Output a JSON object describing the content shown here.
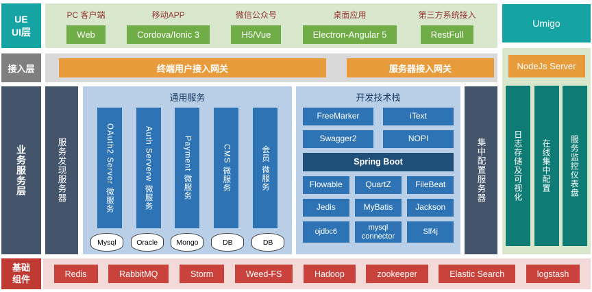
{
  "colors": {
    "teal": "#16a3a3",
    "dark_teal": "#0e7c74",
    "green_box": "#70ad47",
    "light_green_bg": "#d9e7cd",
    "gray_label": "#7f7f7f",
    "light_gray_bg": "#d9d9d9",
    "orange": "#e89b3a",
    "slate_blue": "#44546a",
    "panel_blue": "#b9cfe8",
    "service_blue": "#2e74b5",
    "dark_blue": "#1f4e79",
    "red_label": "#bf3a32",
    "red_box": "#c9433c",
    "pink_bg": "#f3d9d8",
    "category_text": "#953735"
  },
  "layers": {
    "ui_label": "UE\nUI层",
    "access_label": "接入层",
    "business_label": "业务服务层",
    "base_label": "基础\n组件"
  },
  "ui_row": {
    "groups": [
      {
        "category": "PC 客户端",
        "box": "Web"
      },
      {
        "category": "移动APP",
        "box": "Cordova/Ionic 3"
      },
      {
        "category": "微信公众号",
        "box": "H5/Vue"
      },
      {
        "category": "桌面应用",
        "box": "Electron-Angular 5"
      },
      {
        "category": "第三方系统接入",
        "box": "RestFull"
      }
    ]
  },
  "right_column": {
    "umigo": "Umigo",
    "nodejs": "NodeJs Server",
    "tools": [
      "日志存储及可视化",
      "在线集中配置",
      "服务监控仪表盘"
    ]
  },
  "access_row": {
    "gateway_user": "终端用户接入网关",
    "gateway_server": "服务器接入网关"
  },
  "business": {
    "discovery": "服务发现服务器",
    "config": "集中配置服务器",
    "common": {
      "title": "通用服务",
      "services": [
        "OAuth2 Server 微服务",
        "Auth Serverw 微服务",
        "Payment 微服务",
        "CMS 微服务",
        "会员 微服务"
      ],
      "databases": [
        "Mysql",
        "Oracle",
        "Mongo",
        "DB",
        "DB"
      ]
    },
    "stack": {
      "title": "开发技术栈",
      "rows2col": [
        [
          "FreeMarker",
          "iText"
        ],
        [
          "Swagger2",
          "NOPI"
        ]
      ],
      "spring": "Spring Boot",
      "rows3col": [
        [
          "Flowable",
          "QuartZ",
          "FileBeat"
        ],
        [
          "Jedis",
          "MyBatis",
          "Jackson"
        ],
        [
          "ojdbc6",
          "mysql connector",
          "Slf4j"
        ]
      ]
    }
  },
  "base_row": {
    "items": [
      "Redis",
      "RabbitMQ",
      "Storm",
      "Weed-FS",
      "Hadoop",
      "zookeeper",
      "Elastic Search",
      "logstash"
    ]
  }
}
